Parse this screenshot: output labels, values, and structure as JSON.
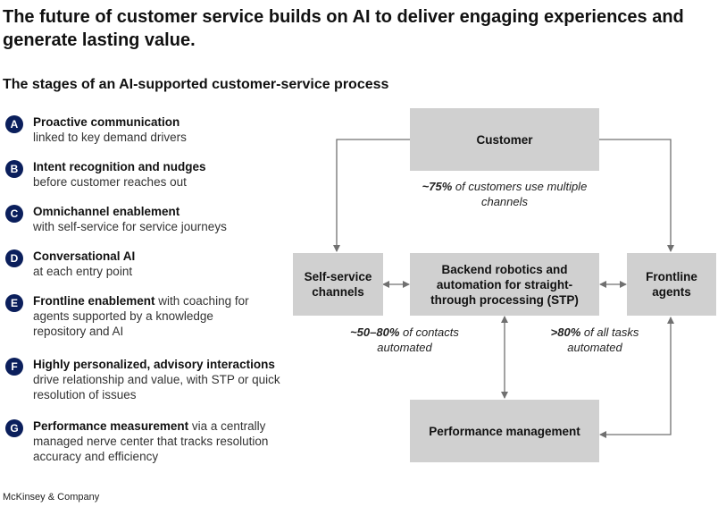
{
  "title": "The future of customer service builds on AI to deliver engaging experiences and generate lasting value.",
  "subtitle": "The stages of an AI-supported customer-service process",
  "stages": [
    {
      "letter": "A",
      "bold": "Proactive communication",
      "rest": "linked to key demand drivers"
    },
    {
      "letter": "B",
      "bold": "Intent recognition and nudges",
      "rest": "before customer reaches out"
    },
    {
      "letter": "C",
      "bold": "Omnichannel enablement",
      "rest": "with self-service for service journeys"
    },
    {
      "letter": "D",
      "bold": "Conversational AI",
      "rest": "at each entry point"
    },
    {
      "letter": "E",
      "bold": "Frontline enablement",
      "rest": " with coaching for agents supported by a knowledge repository and AI"
    },
    {
      "letter": "F",
      "bold": "Highly personalized, advisory interactions",
      "rest": "drive relationship and value, with STP or quick resolution of issues"
    },
    {
      "letter": "G",
      "bold": "Performance measurement",
      "rest": " via a centrally managed nerve center that tracks resolution accuracy and efficiency"
    }
  ],
  "diagram": {
    "customer": "Customer",
    "self_service": "Self-service channels",
    "backend": "Backend robotics and automation for straight-through processing (STP)",
    "frontline": "Frontline agents",
    "performance": "Performance management",
    "note_customers_value": "~75%",
    "note_customers_text": " of customers use multiple channels",
    "note_contacts_value": "~50–80%",
    "note_contacts_text": " of contacts automated",
    "note_tasks_value": ">80%",
    "note_tasks_text": " of all tasks automated"
  },
  "source": "McKinsey & Company",
  "colors": {
    "badge": "#0b1f5c",
    "box": "#d0d0d0",
    "arrow": "#707070"
  }
}
